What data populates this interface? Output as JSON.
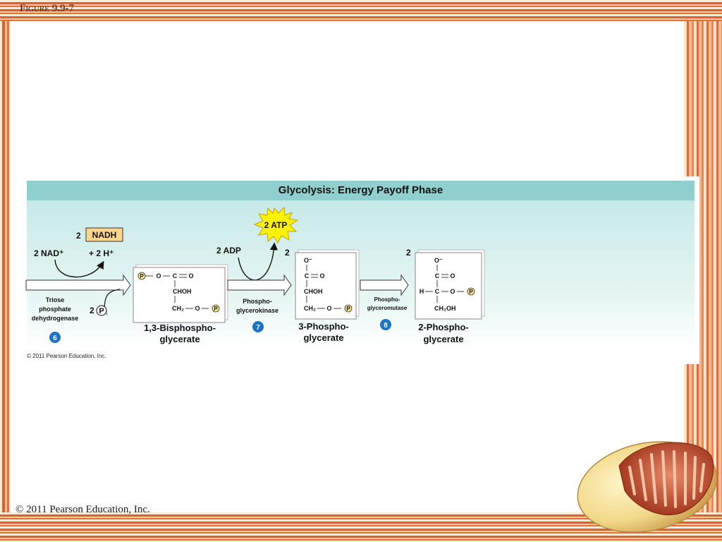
{
  "slide": {
    "figure_label": "Figure 9.9-7",
    "footer_copyright": "© 2011 Pearson Education, Inc."
  },
  "panel": {
    "title": "Glycolysis: Energy Payoff Phase",
    "copyright": "© 2011 Pearson Education, Inc."
  },
  "pathway": {
    "nad_in": "2 NAD⁺",
    "nadh_coef": "2",
    "nadh": "NADH",
    "h_out": "+ 2 H⁺",
    "pi_coef": "2",
    "pi_symbol": "P",
    "pi_sub": "i",
    "adp_in": "2 ADP",
    "atp_out": "2 ATP",
    "coef_3pg": "2",
    "coef_2pg": "2",
    "step6": {
      "number": "6",
      "enzyme": [
        "Triose",
        "phosphate",
        "dehydrogenase"
      ]
    },
    "step7": {
      "number": "7",
      "enzyme": [
        "Phospho-",
        "glycerokinase"
      ]
    },
    "step8": {
      "number": "8",
      "enzyme": [
        "Phospho-",
        "glyceromutase"
      ]
    },
    "compounds": {
      "bpg": {
        "name": [
          "1,3-Bisphospho-",
          "glycerate"
        ],
        "structure": [
          "P",
          "O",
          "C",
          "O",
          "CHOH",
          "CH₂",
          "O",
          "P"
        ]
      },
      "pg3": {
        "name": [
          "3-Phospho-",
          "glycerate"
        ],
        "structure": [
          "O⁻",
          "C",
          "O",
          "CHOH",
          "CH₂",
          "O",
          "P"
        ]
      },
      "pg2": {
        "name": [
          "2-Phospho-",
          "glycerate"
        ],
        "structure": [
          "O⁻",
          "C",
          "O",
          "H",
          "C",
          "O",
          "P",
          "CH₂OH"
        ]
      }
    }
  },
  "colors": {
    "header": "#8fd0cf",
    "nadh_box": "#fbd68a",
    "atp_burst": "#fff200",
    "step_circle": "#1a73c4",
    "phosphate": "#f4e58a",
    "frame_orange": "#d9622e"
  }
}
